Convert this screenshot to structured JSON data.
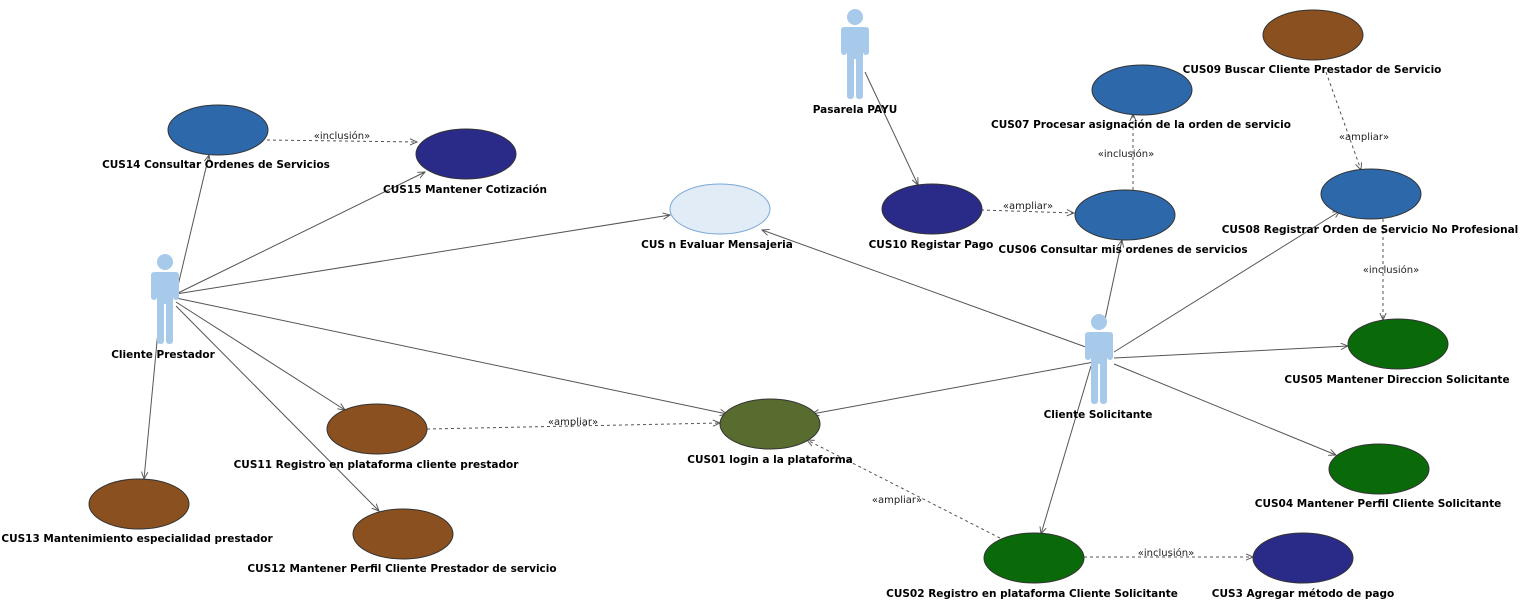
{
  "colors": {
    "steel_blue": "#2d69aa",
    "navy": "#2a2a88",
    "brown": "#8a5020",
    "green": "#0a6a0a",
    "olive": "#586c30",
    "light": "#e1ecf6",
    "actor": "#a7caea",
    "line": "#555555"
  },
  "actors": [
    {
      "key": "pasarela",
      "label": "Pasarela PAYU"
    },
    {
      "key": "prestador",
      "label": "Cliente Prestador"
    },
    {
      "key": "solicitante",
      "label": "Cliente Solicitante"
    }
  ],
  "use_cases": [
    {
      "key": "cus14",
      "label": "CUS14 Consultar Ordenes de Servicios",
      "color": "steel_blue"
    },
    {
      "key": "cus15",
      "label": "CUS15 Mantener Cotización",
      "color": "navy"
    },
    {
      "key": "cusn",
      "label": "CUS n Evaluar Mensajeria",
      "color": "light"
    },
    {
      "key": "cus10",
      "label": "CUS10 Registar Pago",
      "color": "navy"
    },
    {
      "key": "cus07",
      "label": "CUS07 Procesar asignación de la orden de servicio",
      "color": "steel_blue"
    },
    {
      "key": "cus06",
      "label": "CUS06 Consultar mis ordenes de servicios",
      "color": "steel_blue"
    },
    {
      "key": "cus09",
      "label": "CUS09 Buscar Cliente Prestador de Servicio",
      "color": "brown"
    },
    {
      "key": "cus08",
      "label": "CUS08 Registrar Orden de Servicio No Profesional",
      "color": "steel_blue"
    },
    {
      "key": "cus05",
      "label": "CUS05 Mantener Direccion Solicitante",
      "color": "green"
    },
    {
      "key": "cus04",
      "label": "CUS04 Mantener Perfil Cliente Solicitante",
      "color": "green"
    },
    {
      "key": "cus01",
      "label": "CUS01 login a la plataforma",
      "color": "olive"
    },
    {
      "key": "cus11",
      "label": "CUS11 Registro en plataforma cliente prestador",
      "color": "brown"
    },
    {
      "key": "cus12",
      "label": "CUS12 Mantener Perfil Cliente Prestador de servicio",
      "color": "brown"
    },
    {
      "key": "cus13",
      "label": "CUS13 Mantenimiento especialidad prestador",
      "color": "brown"
    },
    {
      "key": "cus02",
      "label": "CUS02 Registro en plataforma Cliente Solicitante",
      "color": "green"
    },
    {
      "key": "cus3",
      "label": "CUS3 Agregar método de pago",
      "color": "navy"
    }
  ],
  "associations": [
    {
      "from": "prestador",
      "to": "cus14"
    },
    {
      "from": "prestador",
      "to": "cus15"
    },
    {
      "from": "prestador",
      "to": "cusn"
    },
    {
      "from": "prestador",
      "to": "cus01"
    },
    {
      "from": "prestador",
      "to": "cus11"
    },
    {
      "from": "prestador",
      "to": "cus12"
    },
    {
      "from": "prestador",
      "to": "cus13"
    },
    {
      "from": "pasarela",
      "to": "cus10"
    },
    {
      "from": "solicitante",
      "to": "cusn"
    },
    {
      "from": "solicitante",
      "to": "cus01"
    },
    {
      "from": "solicitante",
      "to": "cus06"
    },
    {
      "from": "solicitante",
      "to": "cus08"
    },
    {
      "from": "solicitante",
      "to": "cus05"
    },
    {
      "from": "solicitante",
      "to": "cus04"
    },
    {
      "from": "solicitante",
      "to": "cus02"
    }
  ],
  "dependencies": [
    {
      "from": "cus14",
      "to": "cus15",
      "stereotype": "«inclusión»"
    },
    {
      "from": "cus10",
      "to": "cus06",
      "stereotype": "«ampliar»"
    },
    {
      "from": "cus06",
      "to": "cus07",
      "stereotype": "«inclusión»"
    },
    {
      "from": "cus09",
      "to": "cus08",
      "stereotype": "«ampliar»"
    },
    {
      "from": "cus08",
      "to": "cus05",
      "stereotype": "«inclusión»"
    },
    {
      "from": "cus11",
      "to": "cus01",
      "stereotype": "«ampliar»"
    },
    {
      "from": "cus02",
      "to": "cus01",
      "stereotype": "«ampliar»"
    },
    {
      "from": "cus02",
      "to": "cus3",
      "stereotype": "«inclusión»"
    }
  ]
}
